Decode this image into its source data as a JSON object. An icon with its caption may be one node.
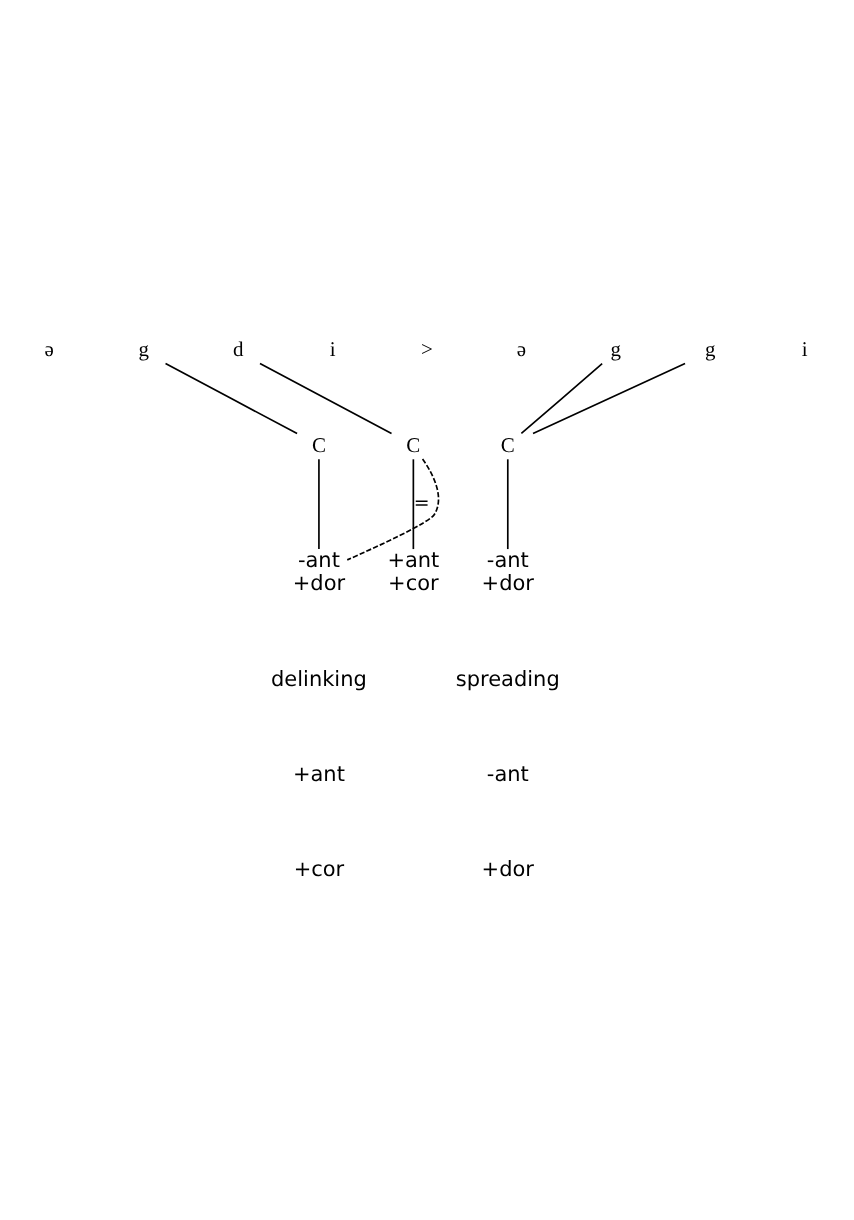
{
  "diagram": {
    "nodes": [
      {
        "text": [
          "g"
        ]
      },
      {
        "text": [
          "d"
        ]
      },
      {
        "text": [
          "g"
        ]
      },
      {
        "text": [
          "g"
        ]
      },
      {
        "text": [
          "C"
        ]
      },
      {
        "text": [
          "C"
        ]
      },
      {
        "text": [
          "C"
        ]
      },
      {
        "text": [
          "-ant",
          "+dor"
        ]
      },
      {
        "text": [
          "+ant",
          "+cor"
        ]
      },
      {
        "text": [
          "-ant",
          "+dor"
        ]
      }
    ],
    "edges": [
      {
        "from": 0,
        "to": 4,
        "arrow": "none"
      },
      {
        "from": 1,
        "to": 5,
        "arrow": "none"
      },
      {
        "from": 4,
        "to": 7,
        "arrow": "none"
      },
      {
        "from": 5,
        "to": 8,
        "arrow": "none",
        "label": "="
      },
      {
        "from": 5,
        "to": 7,
        "arrow": "none",
        "style": "dashed"
      },
      {
        "from": 2,
        "to": 6,
        "arrow": "none"
      },
      {
        "from": 3,
        "to": 6,
        "arrow": "none"
      },
      {
        "from": 6,
        "to": 9,
        "arrow": "none"
      }
    ],
    "labels": [
      "ə",
      "i",
      ">",
      "ə",
      "i",
      "delinking",
      "+ant",
      "+cor",
      "spreading",
      "-ant",
      "+dor"
    ]
  }
}
